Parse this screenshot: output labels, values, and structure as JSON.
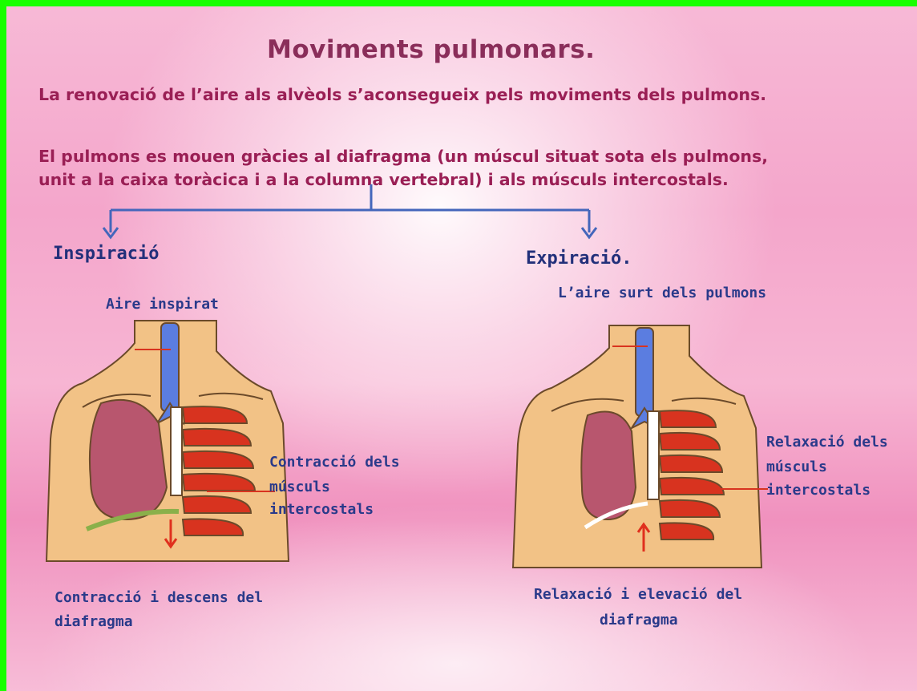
{
  "title": "Moviments pulmonars.",
  "paragraphs": [
    "La renovació de l’aire als alvèols s’aconsegueix pels moviments  dels pulmons.",
    "El pulmons es mouen gràcies al diafragma (un múscul situat sota els pulmons, unit a la caixa toràcica i a la columna vertebral) i als músculs intercostals."
  ],
  "inspiration": {
    "heading": "Inspiració",
    "air_label": "Aire inspirat",
    "muscles_label": [
      "Contracció dels",
      "músculs",
      "intercostals"
    ],
    "diaphragm_label": [
      "Contracció i descens del",
      "diafragma"
    ]
  },
  "expiration": {
    "heading": "Expiració.",
    "air_label": "L’aire surt dels pulmons",
    "muscles_label": [
      "Relaxació dels",
      "músculs",
      "intercostals"
    ],
    "diaphragm_label": [
      "Relaxació i elevació del",
      "diafragma"
    ]
  },
  "colors": {
    "border": "#19ff00",
    "title": "#8a2e5a",
    "text": "#9a1f55",
    "labels": "#2a3a8a",
    "skin": "#f2c286",
    "lung": "#b8566e",
    "trachea": "#5b7de0",
    "muscle": "#d8331f",
    "connector": "#4466bb"
  }
}
